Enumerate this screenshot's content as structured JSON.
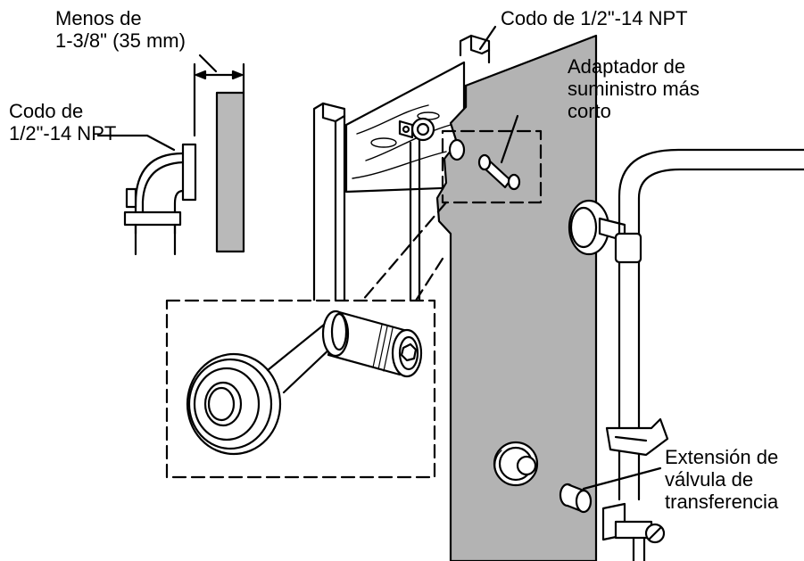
{
  "labels": {
    "elbow_top": "Codo de 1/2\"-14 NPT",
    "clearance_line1": "Menos de",
    "clearance_line2": "1-3/8\" (35 mm)",
    "elbow_left_line1": "Codo de",
    "elbow_left_line2": "1/2\"-14 NPT",
    "adapter_line1": "Adaptador de",
    "adapter_line2": "suministro más",
    "adapter_line3": "corto",
    "extension_line1": "Extensión de",
    "extension_line2": "válvula de",
    "extension_line3": "transferencia"
  },
  "colors": {
    "panel_fill": "#b3b3b3",
    "wall_fill": "#b9b9b9",
    "ink": "#000000",
    "background": "#ffffff"
  }
}
